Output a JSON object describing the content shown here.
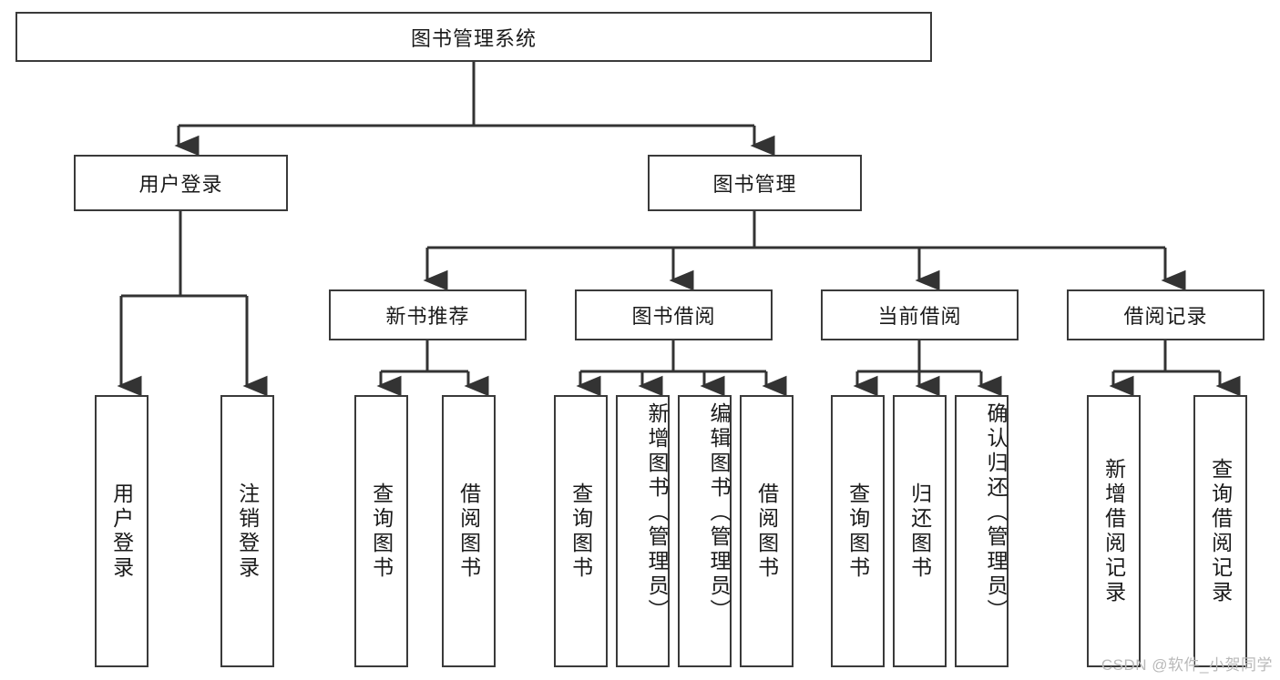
{
  "diagram": {
    "title": "图书管理系统",
    "type": "functional-hierarchy-tree",
    "orientation": "top-down",
    "colors": {
      "box_border": "#3a3a3a",
      "box_fill": "#ffffff",
      "connector": "#333333",
      "text": "#1a1a1a",
      "watermark": "#b9b9b9",
      "background": "#ffffff"
    },
    "root": {
      "label": "图书管理系统"
    },
    "level2": [
      {
        "label": "用户登录"
      },
      {
        "label": "图书管理"
      }
    ],
    "level3": [
      {
        "label": "新书推荐"
      },
      {
        "label": "图书借阅"
      },
      {
        "label": "当前借阅"
      },
      {
        "label": "借阅记录"
      }
    ],
    "leaves": {
      "user_login": [
        {
          "label": "用户登录"
        },
        {
          "label": "注销登录"
        }
      ],
      "new_book_recommend": [
        {
          "label": "查询图书"
        },
        {
          "label": "借阅图书"
        }
      ],
      "book_borrow": [
        {
          "label": "查询图书"
        },
        {
          "label": "新增图书（管理员）"
        },
        {
          "label": "编辑图书（管理员）"
        },
        {
          "label": "借阅图书"
        }
      ],
      "current_borrow": [
        {
          "label": "查询图书"
        },
        {
          "label": "归还图书"
        },
        {
          "label": "确认归还（管理员）"
        }
      ],
      "borrow_record": [
        {
          "label": "新增借阅记录"
        },
        {
          "label": "查询借阅记录"
        }
      ]
    }
  },
  "watermark": {
    "text": "CSDN @软件_小贺同学"
  }
}
